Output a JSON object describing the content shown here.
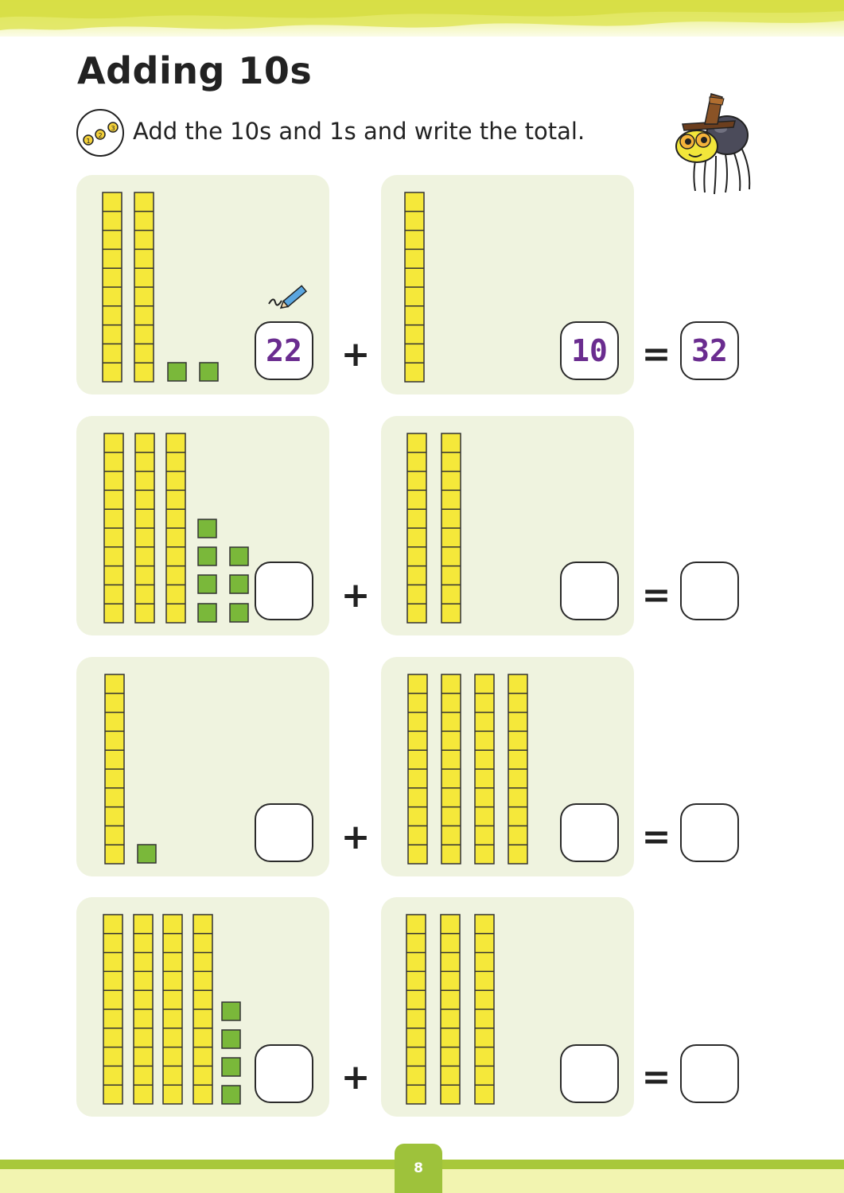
{
  "page": {
    "title": "Adding 10s",
    "instruction": "Add the 10s and 1s and write the total.",
    "page_number": "8",
    "operator_plus": "+",
    "operator_equals": "="
  },
  "problems": [
    {
      "tens_a": 2,
      "ones_a": 2,
      "answer_a": "22",
      "tens_b": 1,
      "answer_b": "10",
      "total": "32"
    },
    {
      "tens_a": 3,
      "ones_a": 7,
      "answer_a": "",
      "tens_b": 2,
      "answer_b": "",
      "total": ""
    },
    {
      "tens_a": 1,
      "ones_a": 1,
      "answer_a": "",
      "tens_b": 4,
      "answer_b": "",
      "total": ""
    },
    {
      "tens_a": 4,
      "ones_a": 4,
      "answer_a": "",
      "tens_b": 3,
      "answer_b": "",
      "total": ""
    }
  ],
  "colors": {
    "ten_rod": "#f5e83a",
    "one_cube": "#7ab83a",
    "panel": "#eff3df",
    "answer_ink": "#6a2c8f",
    "accent_green": "#9ec23b"
  },
  "icons": [
    "counting-steps-icon",
    "pencil-icon",
    "spider-mascot"
  ]
}
